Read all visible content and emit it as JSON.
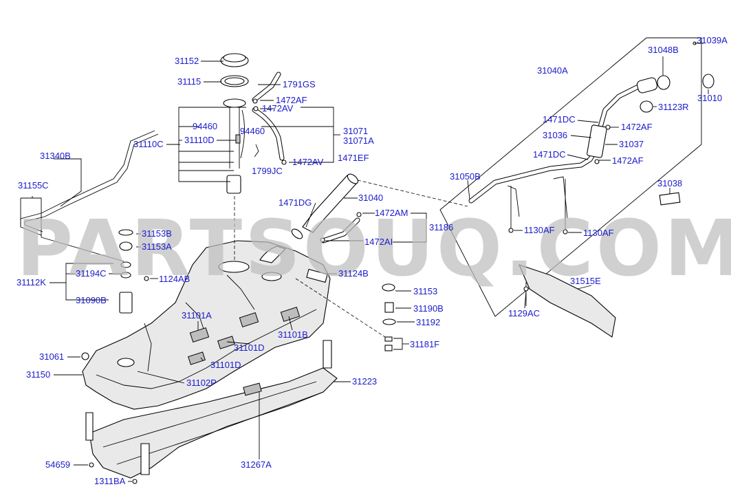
{
  "watermark": "PARTSOUQ.COM",
  "labels": {
    "p31152": "31152",
    "p31115": "31115",
    "p1791GS": "1791GS",
    "p1472AF_a": "1472AF",
    "p1472AV_a": "1472AV",
    "p94460_a": "94460",
    "p31110D": "31110D",
    "p94460_b": "94460",
    "p31071": "31071",
    "p31071A": "31071A",
    "p1472AV_b": "1472AV",
    "p1799JC": "1799JC",
    "p31110C": "31110C",
    "p31340B": "31340B",
    "p31155C": "31155C",
    "p1471EF": "1471EF",
    "p31040": "31040",
    "p1471DG": "1471DG",
    "p1472AM": "1472AM",
    "p31186": "31186",
    "p1472AI": "1472AI",
    "p31153B": "31153B",
    "p31153A": "31153A",
    "p31194C": "31194C",
    "p1124AB": "1124AB",
    "p31112K": "31112K",
    "p31090B": "31090B",
    "p31124B": "31124B",
    "p31153": "31153",
    "p31190B": "31190B",
    "p31192": "31192",
    "p31181F": "31181F",
    "p31101A": "31101A",
    "p31101B": "31101B",
    "p31101D_a": "31101D",
    "p31101D_b": "31101D",
    "p31061": "31061",
    "p31150": "31150",
    "p31102P": "31102P",
    "p31223": "31223",
    "p54659": "54659",
    "p31267A": "31267A",
    "p1311BA": "1311BA",
    "p31039A": "31039A",
    "p31048B": "31048B",
    "p31040A": "31040A",
    "p31010": "31010",
    "p31123R": "31123R",
    "p1471DC_a": "1471DC",
    "p1472AF_b": "1472AF",
    "p31036": "31036",
    "p31037": "31037",
    "p1471DC_b": "1471DC",
    "p1472AF_c": "1472AF",
    "p31050B": "31050B",
    "p31038": "31038",
    "p1130AF_a": "1130AF",
    "p1130AF_b": "1130AF",
    "p31515E": "31515E",
    "p1129AC": "1129AC"
  }
}
